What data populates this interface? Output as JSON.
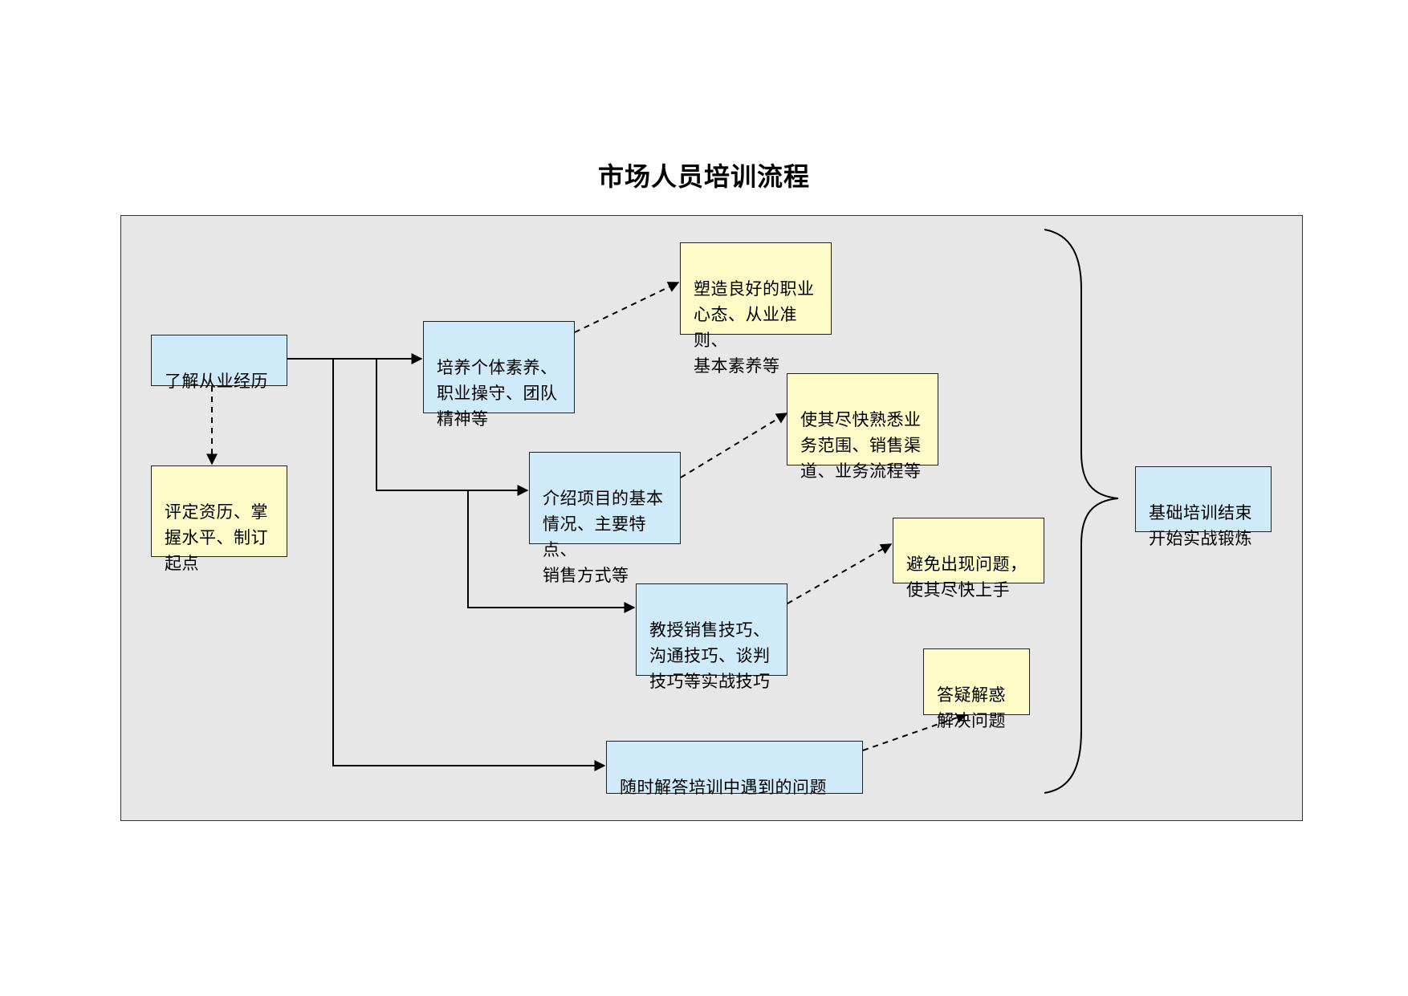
{
  "title": "市场人员培训流程",
  "colors": {
    "panel_background": "#e7e7e7",
    "blue_box": "#cfeaf8",
    "yellow_box": "#fdfcc8",
    "lines": "#000000"
  },
  "nodes": {
    "start": "了解从业经历",
    "assess": "评定资历、掌\n握水平、制订\n起点",
    "quality": "培养个体素养、\n职业操守、团队\n精神等",
    "quality_goal": "塑造良好的职业\n心态、从业准则、\n基本素养等",
    "project": "介绍项目的基本\n情况、主要特点、\n销售方式等",
    "project_goal": "使其尽快熟悉业\n务范围、销售渠\n道、业务流程等",
    "skills": "教授销售技巧、\n沟通技巧、谈判\n技巧等实战技巧",
    "skills_goal": "避免出现问题，\n使其尽快上手",
    "qa": "随时解答培训中遇到的问题",
    "qa_goal": "答疑解惑\n解决问题",
    "end": "基础培训结束\n开始实战锻炼"
  }
}
